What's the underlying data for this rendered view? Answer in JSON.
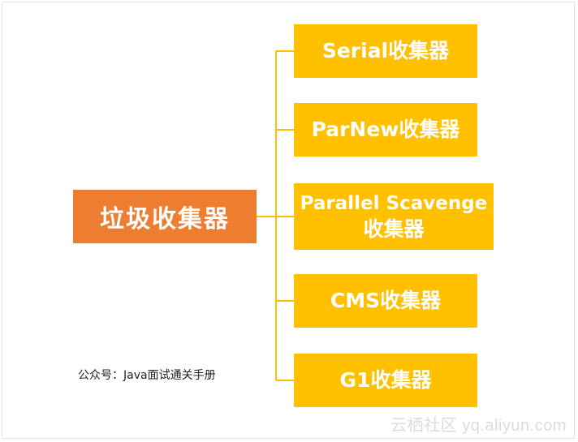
{
  "diagram": {
    "root": {
      "label": "垃圾收集器",
      "color": "#ed7d31"
    },
    "child_color": "#ffc000",
    "connector_color": "#ffc000",
    "children": [
      {
        "line1": "Serial收集器",
        "line2": ""
      },
      {
        "line1": "ParNew收集器",
        "line2": ""
      },
      {
        "line1": "Parallel Scavenge",
        "line2": "收集器"
      },
      {
        "line1": "CMS收集器",
        "line2": ""
      },
      {
        "line1": "G1收集器",
        "line2": ""
      }
    ]
  },
  "caption": "公众号：Java面试通关手册",
  "watermark": "云栖社区 yq.aliyun.com"
}
